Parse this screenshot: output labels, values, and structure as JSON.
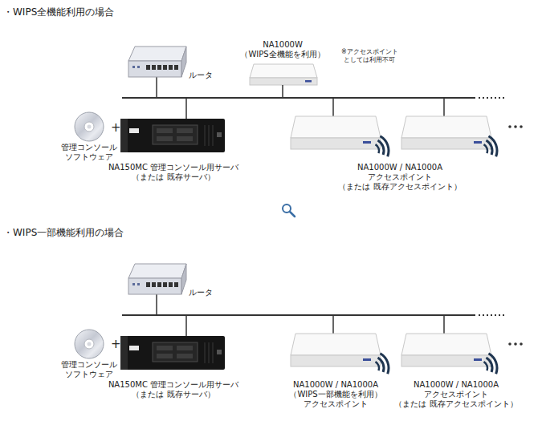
{
  "diagram": {
    "nodes": [
      {
        "text": [
          "ルータ"
        ]
      },
      {
        "text": [
          "NA1000W （WIPS全機能を利用）",
          "※アクセスポイント としては利用不可"
        ]
      },
      {
        "text": [
          "管理コンソール ソフトウェア"
        ]
      },
      {
        "text": [
          "NA150MC 管理コンソール用サーバ （または 既存サーバ）"
        ]
      },
      {
        "text": [
          "NA1000W / NA1000A アクセスポイント （または 既存アクセスポイント）"
        ]
      },
      {
        "text": [
          "ルータ"
        ]
      },
      {
        "text": [
          "管理コンソール ソフトウェア"
        ]
      },
      {
        "text": [
          "NA150MC 管理コンソール用サーバ （または 既存サーバ）"
        ]
      },
      {
        "text": [
          "NA1000W / NA1000A （WIPS一部機能を利用） アクセスポイント"
        ]
      },
      {
        "text": [
          "NA1000W / NA1000A アクセスポイント （または 既存アクセスポイント）"
        ]
      }
    ],
    "edges": [],
    "labels": [
      "・WIPS全機能利用の場合",
      "+",
      "・WIPS一部機能利用の場合",
      "+"
    ]
  }
}
